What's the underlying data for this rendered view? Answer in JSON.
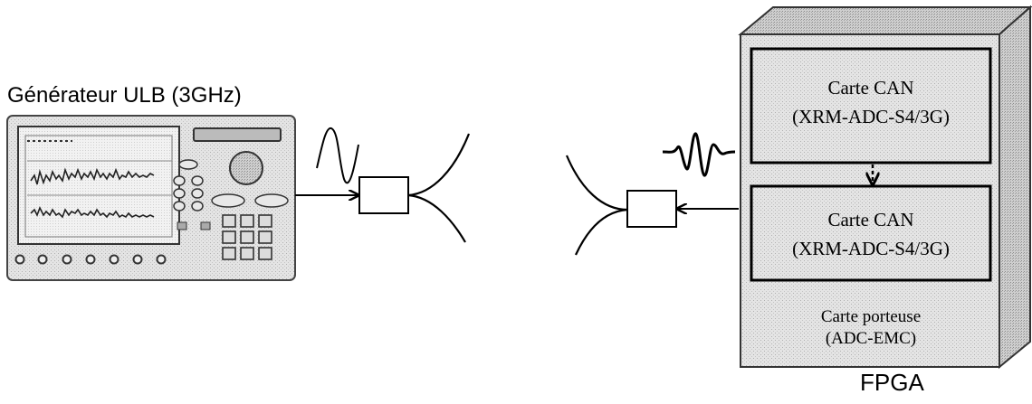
{
  "generator": {
    "title": "Générateur ULB (3GHz)"
  },
  "fpga": {
    "label": "FPGA",
    "card_top": {
      "line1": "Carte CAN",
      "line2": "(XRM-ADC-S4/3G)"
    },
    "card_bottom": {
      "line1": "Carte CAN",
      "line2": "(XRM-ADC-S4/3G)"
    },
    "carrier": {
      "line1": "Carte porteuse",
      "line2": "(ADC-EMC)"
    }
  }
}
